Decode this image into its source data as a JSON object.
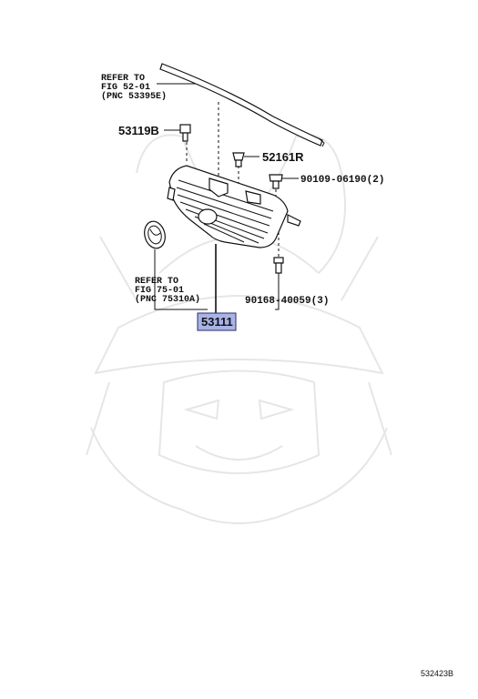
{
  "callouts": {
    "ref_top": [
      "REFER TO",
      "FIG 52-01",
      "(PNC 53395E)"
    ],
    "ref_bottom": [
      "REFER TO",
      "FIG 75-01",
      "(PNC 75310A)"
    ],
    "part_53119B": "53119B",
    "part_52161R": "52161R",
    "part_90109": "90109-06190(2)",
    "part_90168": "90168-40059(3)",
    "part_main": "53111"
  },
  "footer": {
    "diagram_id": "532423B"
  },
  "colors": {
    "highlight_box": "#a9b4e6",
    "highlight_border": "#2a2a6a",
    "line": "#111111",
    "watermark": "#e6e6e6"
  }
}
